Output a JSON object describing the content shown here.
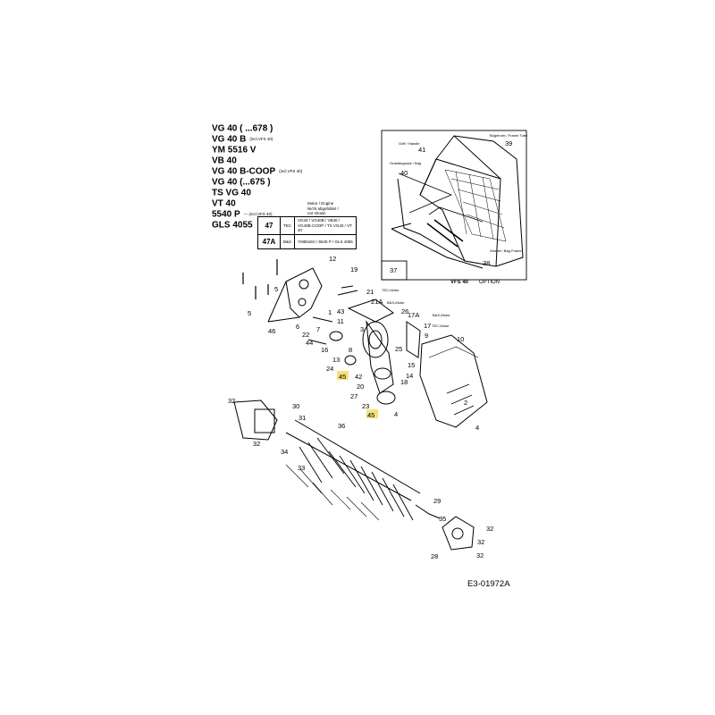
{
  "models": [
    {
      "name": "VG 40 ( ...678 )",
      "note": ""
    },
    {
      "name": "VG 40 B",
      "note": "(incl.VFS 40)"
    },
    {
      "name": "YM 5516 V",
      "note": ""
    },
    {
      "name": "VB 40",
      "note": ""
    },
    {
      "name": "VG 40 B-COOP",
      "note": "(incl.VFS 40)"
    },
    {
      "name": "VG 40 (...675 )",
      "note": ""
    },
    {
      "name": "TS VG 40",
      "note": ""
    },
    {
      "name": "VT 40",
      "note": ""
    },
    {
      "name": "5540 P",
      "note": "— (incl.VFS 40)"
    },
    {
      "name": "GLS 4055",
      "note": ""
    }
  ],
  "motor_table": {
    "header": [
      "Motor / Engine",
      "Nicht abgebildet /",
      "not shown"
    ],
    "rows": [
      {
        "num": "47",
        "type": "TEC",
        "models": "VG40 / VG40B / VB40 / VG40B-COOP / TS VG40 / VT 40"
      },
      {
        "num": "47A",
        "type": "B&S",
        "models": "YM5516V / 5540 P / GLS 4055"
      }
    ]
  },
  "inset": {
    "box_number": "37",
    "title_bold": "VFS 40",
    "title": "OPTION",
    "labels": {
      "griff": "Griff / Handle",
      "bag": "Grasfangsack / Bag",
      "frame_tube": "Bügelrohr / Frame Tube",
      "bag_frame": "Gestell / Bag Frame"
    },
    "numbers": {
      "n41": "41",
      "n40": "40",
      "n39": "39",
      "n38": "38"
    }
  },
  "callouts": {
    "tec_motor": "TEC-Motor",
    "bs_motor": "B&S-Motor",
    "bs_motor2": "B&S-Motor",
    "tec_motor2": "TEC-Motor"
  },
  "parts": [
    "12",
    "19",
    "5",
    "5",
    "46",
    "21",
    "21A",
    "43",
    "1",
    "6",
    "7",
    "22",
    "11",
    "3",
    "44",
    "16",
    "13",
    "24",
    "45",
    "42",
    "8",
    "25",
    "26",
    "17A",
    "17",
    "9",
    "10",
    "15",
    "14",
    "20",
    "27",
    "23",
    "45",
    "18",
    "4",
    "2",
    "4",
    "32",
    "30",
    "31",
    "34",
    "36",
    "33",
    "32",
    "29",
    "35",
    "32",
    "28",
    "32",
    "32"
  ],
  "drawing_code": "E3-01972A"
}
